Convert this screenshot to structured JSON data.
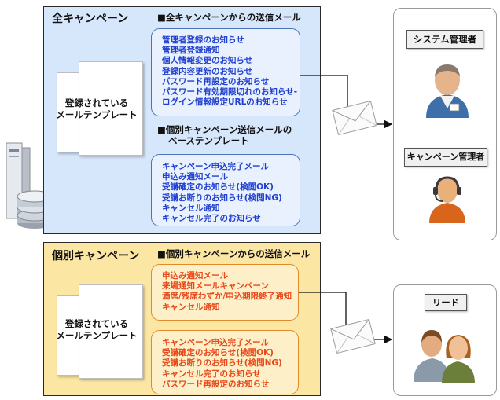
{
  "all_campaign": {
    "title": "全キャンペーン",
    "send_heading": "■全キャンペーンからの送信メール",
    "template_label_line1": "登録されている",
    "template_label_line2": "メールテンプレート",
    "mails": [
      "管理者登録のお知らせ",
      "管理者登録通知",
      "個人情報変更のお知らせ",
      "登録内容更新のお知らせ",
      "パスワード再設定のお知らせ",
      "パスワード有効期限切れのお知らせ-",
      "ログイン情報設定URLのお知らせ"
    ],
    "base_heading_line1": "■個別キャンペーン送信メールの",
    "base_heading_line2": "ベーステンプレート",
    "base_mails": [
      "キャンペーン申込完了メール",
      "申込み通知メール",
      "受講確定のお知らせ(検閲OK)",
      "受講お断りのお知らせ(検閲NG)",
      "キャンセル通知",
      "キャンセル完了のお知らせ"
    ]
  },
  "individual_campaign": {
    "title": "個別キャンペーン",
    "send_heading": "■個別キャンペーンからの送信メール",
    "template_label_line1": "登録されている",
    "template_label_line2": "メールテンプレート",
    "mails_group1": [
      "申込み通知メール",
      "来場通知メールキャンペーン",
      "満席/残席わずか/申込期限終了通知",
      "キャンセル通知"
    ],
    "mails_group2": [
      "キャンペーン申込完了メール",
      "受講確定のお知らせ(検閲OK)",
      "受講お断りのお知らせ(検閲NG)",
      "キャンセル完了のお知らせ",
      "パスワード再設定のお知らせ"
    ]
  },
  "recipients": {
    "system_admin": "システム管理者",
    "campaign_admin": "キャンペーン管理者",
    "lead": "リード"
  },
  "colors": {
    "blue_panel": "#d6e6fb",
    "yellow_panel": "#fce6a4",
    "blue_text": "#1f3fd0",
    "orange_text": "#e8481a"
  }
}
